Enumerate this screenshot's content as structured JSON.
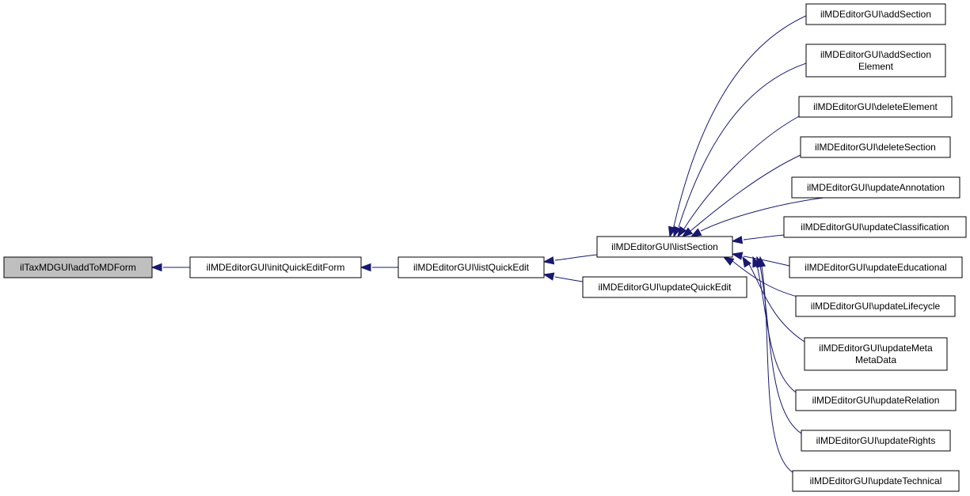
{
  "graph": {
    "nodes": {
      "addToMDForm": {
        "lines": [
          "ilTaxMDGUI\\addToMDForm"
        ],
        "highlighted": true
      },
      "initQuickEditForm": {
        "lines": [
          "ilMDEditorGUI\\initQuickEditForm"
        ]
      },
      "listQuickEdit": {
        "lines": [
          "ilMDEditorGUI\\listQuickEdit"
        ]
      },
      "listSection": {
        "lines": [
          "ilMDEditorGUI\\listSection"
        ]
      },
      "updateQuickEdit": {
        "lines": [
          "ilMDEditorGUI\\updateQuickEdit"
        ]
      },
      "addSection": {
        "lines": [
          "ilMDEditorGUI\\addSection"
        ]
      },
      "addSectionElement": {
        "lines": [
          "ilMDEditorGUI\\addSection",
          "Element"
        ]
      },
      "deleteElement": {
        "lines": [
          "ilMDEditorGUI\\deleteElement"
        ]
      },
      "deleteSection": {
        "lines": [
          "ilMDEditorGUI\\deleteSection"
        ]
      },
      "updateAnnotation": {
        "lines": [
          "ilMDEditorGUI\\updateAnnotation"
        ]
      },
      "updateClassification": {
        "lines": [
          "ilMDEditorGUI\\updateClassification"
        ]
      },
      "updateEducational": {
        "lines": [
          "ilMDEditorGUI\\updateEducational"
        ]
      },
      "updateLifecycle": {
        "lines": [
          "ilMDEditorGUI\\updateLifecycle"
        ]
      },
      "updateMetaMetaData": {
        "lines": [
          "ilMDEditorGUI\\updateMeta",
          "MetaData"
        ]
      },
      "updateRelation": {
        "lines": [
          "ilMDEditorGUI\\updateRelation"
        ]
      },
      "updateRights": {
        "lines": [
          "ilMDEditorGUI\\updateRights"
        ]
      },
      "updateTechnical": {
        "lines": [
          "ilMDEditorGUI\\updateTechnical"
        ]
      }
    },
    "edges": [
      {
        "from": "initQuickEditForm",
        "to": "addToMDForm"
      },
      {
        "from": "listQuickEdit",
        "to": "initQuickEditForm"
      },
      {
        "from": "listSection",
        "to": "listQuickEdit"
      },
      {
        "from": "updateQuickEdit",
        "to": "listQuickEdit"
      },
      {
        "from": "addSection",
        "to": "listSection"
      },
      {
        "from": "addSectionElement",
        "to": "listSection"
      },
      {
        "from": "deleteElement",
        "to": "listSection"
      },
      {
        "from": "deleteSection",
        "to": "listSection"
      },
      {
        "from": "updateAnnotation",
        "to": "listSection"
      },
      {
        "from": "updateClassification",
        "to": "listSection"
      },
      {
        "from": "updateEducational",
        "to": "listSection"
      },
      {
        "from": "updateLifecycle",
        "to": "listSection"
      },
      {
        "from": "updateMetaMetaData",
        "to": "listSection"
      },
      {
        "from": "updateRelation",
        "to": "listSection"
      },
      {
        "from": "updateRights",
        "to": "listSection"
      },
      {
        "from": "updateTechnical",
        "to": "listSection"
      }
    ],
    "colors": {
      "edge": "#191970",
      "node_border": "#000000",
      "node_fill": "#ffffff",
      "highlight_fill": "#bfbfbf"
    }
  }
}
